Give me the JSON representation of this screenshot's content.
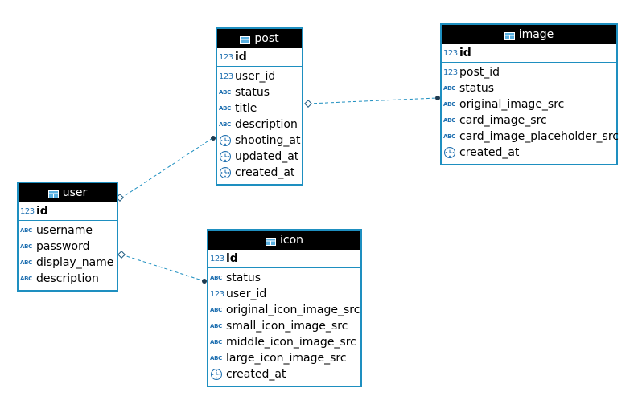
{
  "entities": {
    "post": {
      "title": "post",
      "pk": {
        "name": "id",
        "type_icon": "123"
      },
      "columns": [
        {
          "name": "user_id",
          "type_icon": "123"
        },
        {
          "name": "status",
          "type_icon": "ABC"
        },
        {
          "name": "title",
          "type_icon": "ABC"
        },
        {
          "name": "description",
          "type_icon": "ABC"
        },
        {
          "name": "shooting_at",
          "type_icon": "clock"
        },
        {
          "name": "updated_at",
          "type_icon": "clock"
        },
        {
          "name": "created_at",
          "type_icon": "clock"
        }
      ]
    },
    "image": {
      "title": "image",
      "pk": {
        "name": "id",
        "type_icon": "123"
      },
      "columns": [
        {
          "name": "post_id",
          "type_icon": "123"
        },
        {
          "name": "status",
          "type_icon": "ABC"
        },
        {
          "name": "original_image_src",
          "type_icon": "ABC"
        },
        {
          "name": "card_image_src",
          "type_icon": "ABC"
        },
        {
          "name": "card_image_placeholder_src",
          "type_icon": "ABC"
        },
        {
          "name": "created_at",
          "type_icon": "clock"
        }
      ]
    },
    "user": {
      "title": "user",
      "pk": {
        "name": "id",
        "type_icon": "123"
      },
      "columns": [
        {
          "name": "username",
          "type_icon": "ABC"
        },
        {
          "name": "password",
          "type_icon": "ABC"
        },
        {
          "name": "display_name",
          "type_icon": "ABC"
        },
        {
          "name": "description",
          "type_icon": "ABC"
        }
      ]
    },
    "icon": {
      "title": "icon",
      "pk": {
        "name": "id",
        "type_icon": "123"
      },
      "columns": [
        {
          "name": "status",
          "type_icon": "ABC"
        },
        {
          "name": "user_id",
          "type_icon": "123"
        },
        {
          "name": "original_icon_image_src",
          "type_icon": "ABC"
        },
        {
          "name": "small_icon_image_src",
          "type_icon": "ABC"
        },
        {
          "name": "middle_icon_image_src",
          "type_icon": "ABC"
        },
        {
          "name": "large_icon_image_src",
          "type_icon": "ABC"
        },
        {
          "name": "created_at",
          "type_icon": "clock"
        }
      ]
    }
  },
  "relationships": [
    {
      "from": "user",
      "to": "post",
      "via": "user_id"
    },
    {
      "from": "post",
      "to": "image",
      "via": "post_id"
    },
    {
      "from": "user",
      "to": "icon",
      "via": "user_id"
    }
  ],
  "colors": {
    "border": "#1e8fc0",
    "header_bg": "#000000",
    "header_text": "#ffffff",
    "type_icon": "#1e6fb0"
  }
}
